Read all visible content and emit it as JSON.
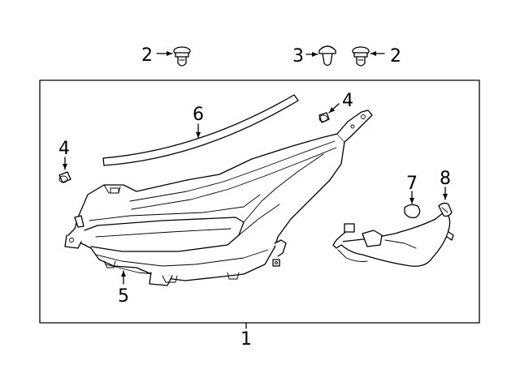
{
  "callouts": {
    "c1": "1",
    "c2_left": "2",
    "c2_right": "2",
    "c3": "3",
    "c4_left": "4",
    "c4_right": "4",
    "c5": "5",
    "c6": "6",
    "c7": "7",
    "c8": "8"
  }
}
